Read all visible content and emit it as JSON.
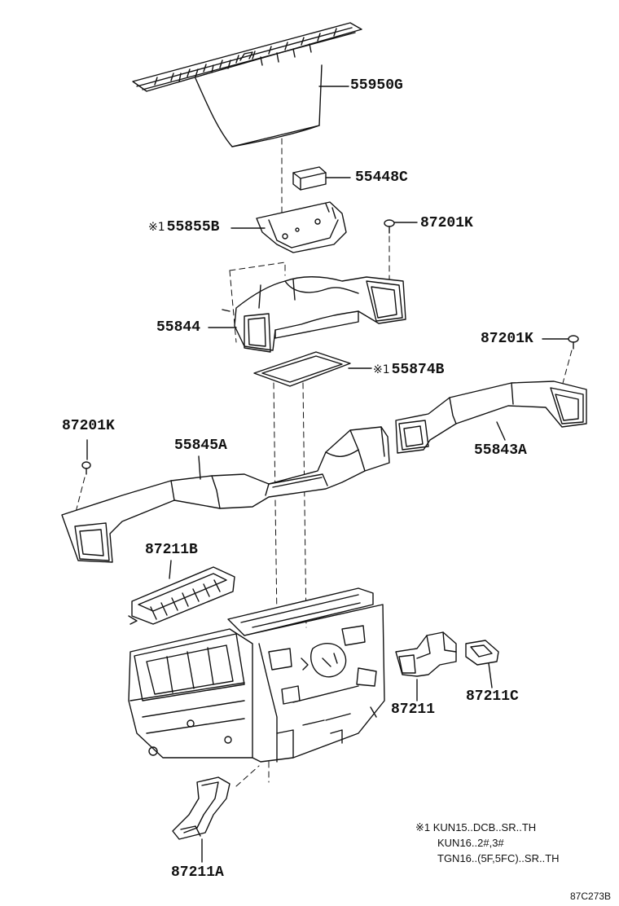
{
  "parts": {
    "p55950G": "55950G",
    "p55448C": "55448C",
    "p55855B": "55855B",
    "p87201K_a": "87201K",
    "p55844": "55844",
    "p87201K_b": "87201K",
    "p55874B": "55874B",
    "p87201K_c": "87201K",
    "p55845A": "55845A",
    "p55843A": "55843A",
    "p87211B": "87211B",
    "p87211": "87211",
    "p87211C": "87211C",
    "p87211A": "87211A"
  },
  "marks": {
    "m55855B": "※1",
    "m55874B": "※1"
  },
  "note": {
    "mark": "※1",
    "line1": "KUN15..DCB..SR..TH",
    "line2": "KUN16..2#,3#",
    "line3": "TGN16..(5F,5FC)..SR..TH"
  },
  "diagram_code": "87C273B"
}
